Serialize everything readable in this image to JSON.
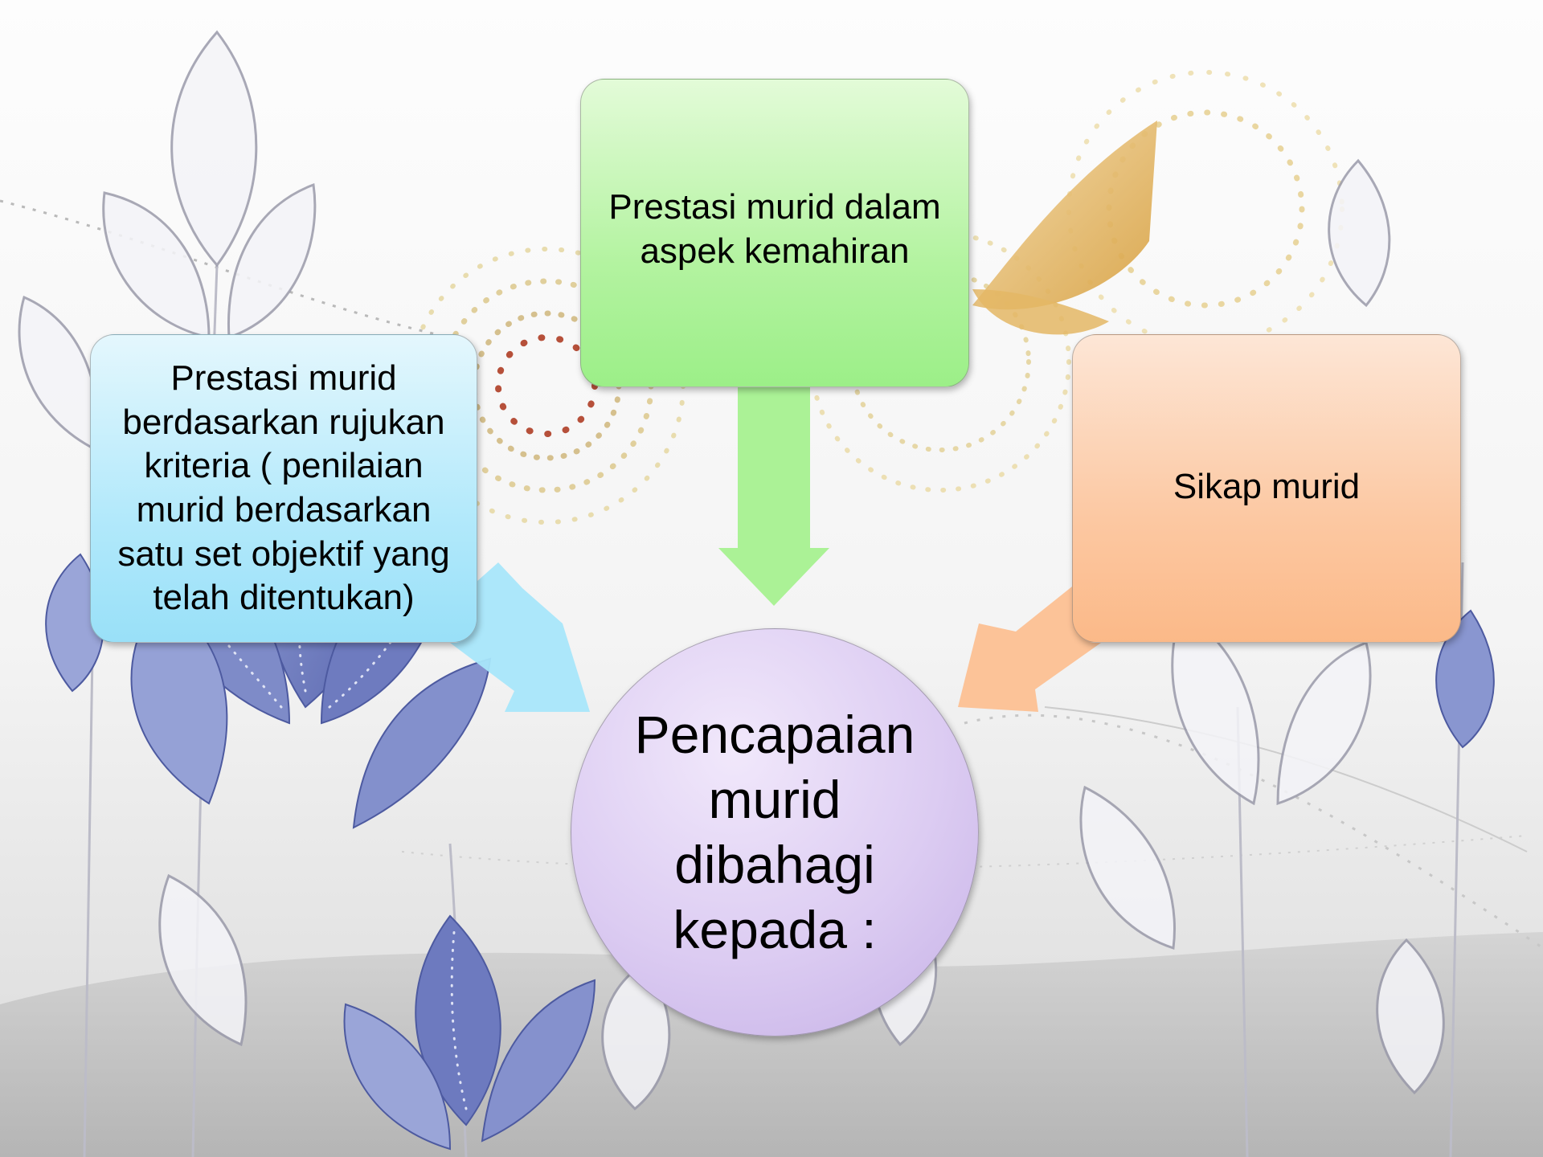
{
  "diagram": {
    "center": {
      "text": "Pencapaian murid dibahagi kepada :"
    },
    "items": [
      {
        "id": "left",
        "text": "Prestasi murid berdasarkan rujukan kriteria ( penilaian murid berdasarkan satu set objektif yang telah ditentukan)",
        "color": "#a8e6fa"
      },
      {
        "id": "top",
        "text": "Prestasi murid dalam aspek kemahiran",
        "color": "#a6f190"
      },
      {
        "id": "right",
        "text": "Sikap murid",
        "color": "#fcc092"
      }
    ]
  },
  "background": {
    "description_icon": "floral-illustration"
  }
}
